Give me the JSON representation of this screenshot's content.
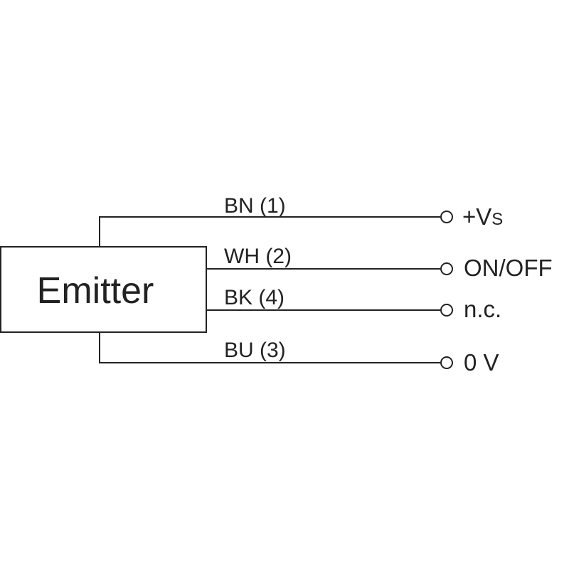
{
  "device": {
    "label": "Emitter"
  },
  "connections": [
    {
      "wire": "BN (1)",
      "terminal": "+V",
      "terminal_subscript": "S"
    },
    {
      "wire": "WH (2)",
      "terminal": "ON/OFF"
    },
    {
      "wire": "BK (4)",
      "terminal": "n.c."
    },
    {
      "wire": "BU (3)",
      "terminal": "0 V"
    }
  ]
}
